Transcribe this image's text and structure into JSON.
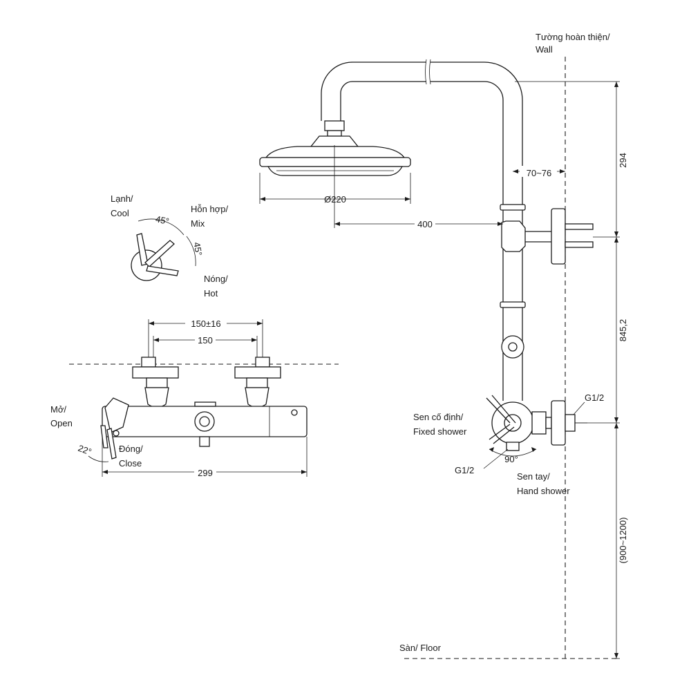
{
  "labels": {
    "wall": [
      "Tường hoàn thiện/",
      "Wall"
    ],
    "floor": "Sàn/ Floor",
    "cool": [
      "Lạnh/",
      "Cool"
    ],
    "mix": [
      "Hỗn hợp/",
      "Mix"
    ],
    "hot": [
      "Nóng/",
      "Hot"
    ],
    "open": [
      "Mở/",
      "Open"
    ],
    "close": [
      "Đóng/",
      "Close"
    ],
    "fixed_shower": [
      "Sen cố định/",
      "Fixed shower"
    ],
    "hand_shower": [
      "Sen tay/",
      "Hand shower"
    ]
  },
  "dimensions": {
    "head_diameter": "Ø220",
    "arm_reach": "400",
    "wall_offset": "70~76",
    "top_height": "294",
    "column_height": "845,2",
    "mount_height": "(900~1200)",
    "inlet_spacing_range": "150±16",
    "inlet_spacing": "150",
    "body_length": "299",
    "thread_top": "G1/2",
    "thread_bottom": "G1/2",
    "angle_mix": "45°",
    "angle_hot": "45°",
    "angle_open": "22°",
    "angle_divert": "90°"
  }
}
